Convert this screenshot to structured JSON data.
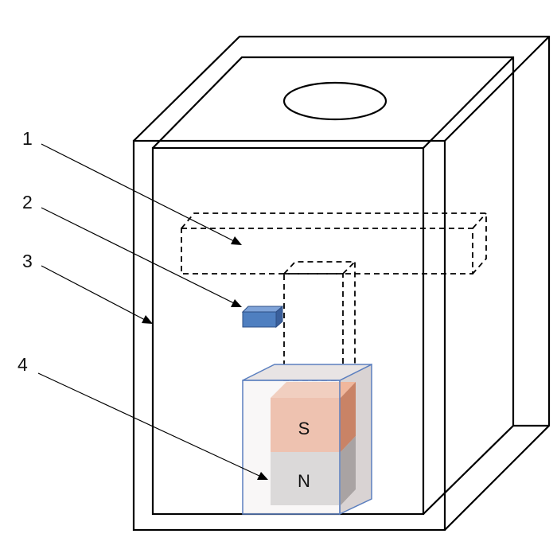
{
  "labels": [
    "1",
    "2",
    "3",
    "4"
  ],
  "magnet": {
    "top_pole": "S",
    "bottom_pole": "N"
  },
  "colors": {
    "outline": "#000000",
    "south_pole": "#ec9f7e",
    "north_pole": "#c8c8c8",
    "sensor": "#4f7fc0",
    "housing_edge": "#5b7fbf"
  }
}
